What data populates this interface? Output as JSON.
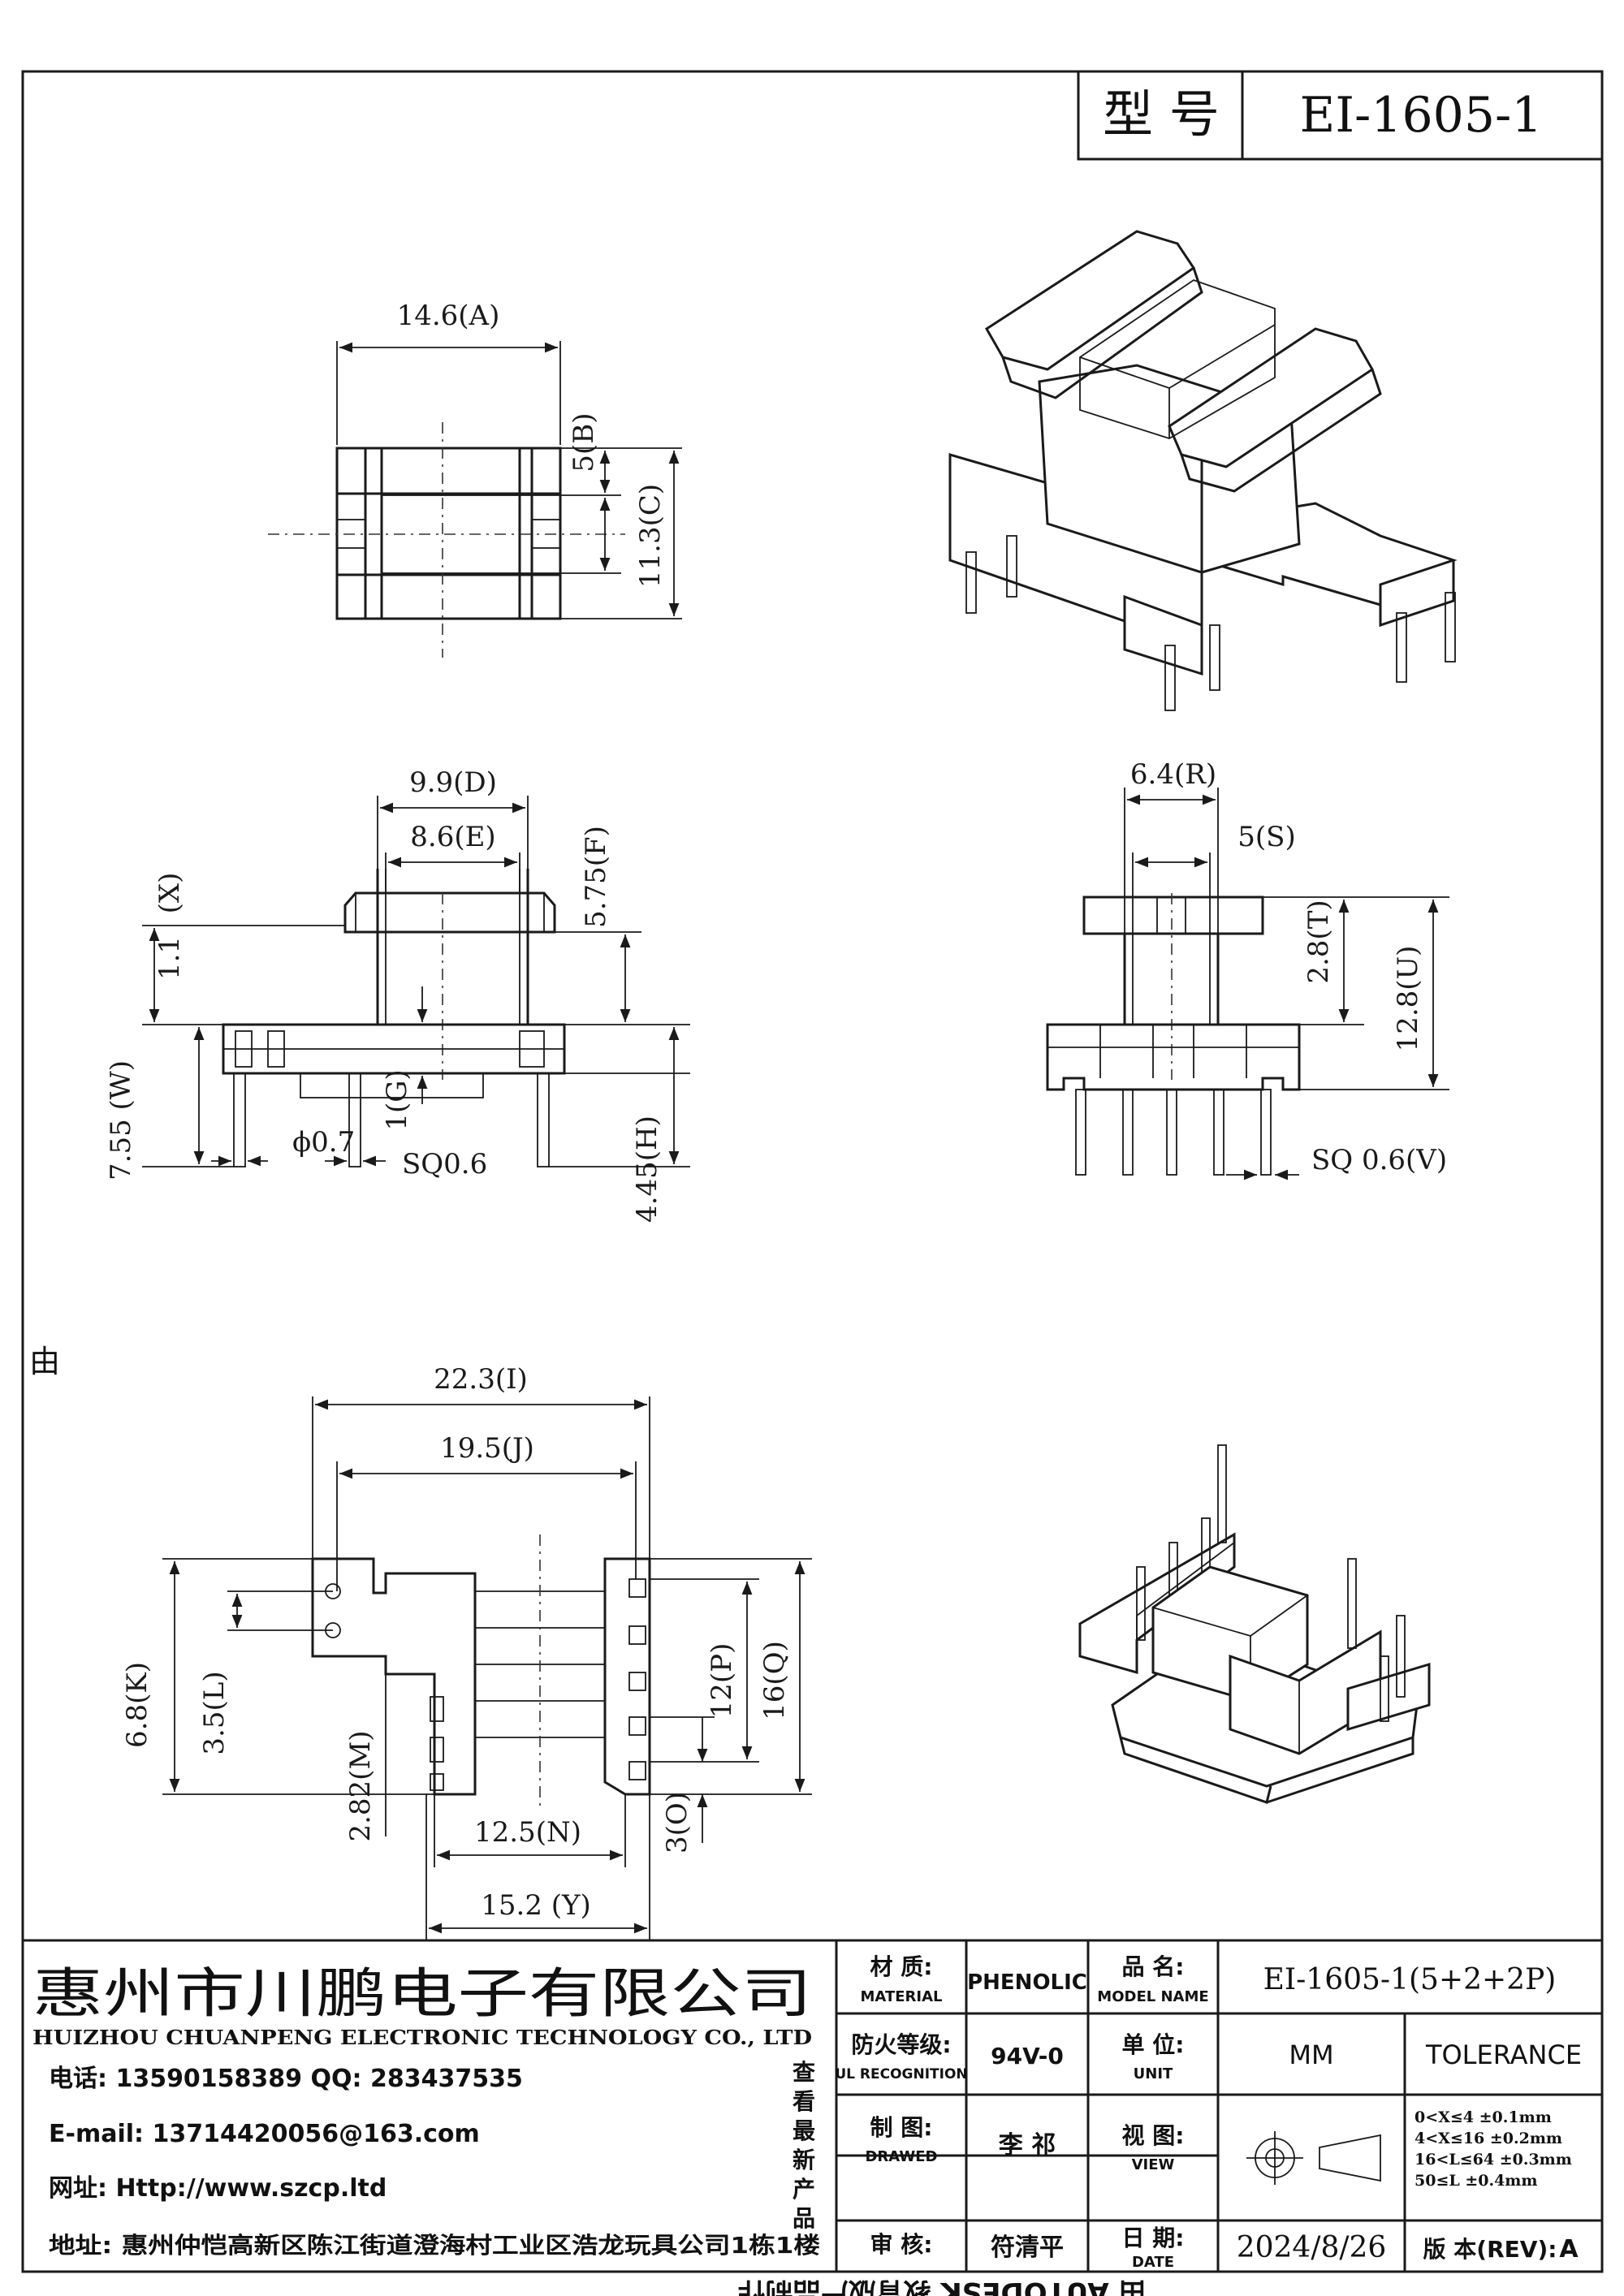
{
  "header": {
    "label": "型 号",
    "model": "EI-1605-1"
  },
  "dims": {
    "A": "14.6(A)",
    "B": "5(B)",
    "C": "11.3(C)",
    "D": "9.9(D)",
    "E": "8.6(E)",
    "F": "5.75(F)",
    "X": "(X)",
    "X_val": "1.1",
    "W": "7.55 (W)",
    "G": "1(G)",
    "H": "4.45(H)",
    "phi": "ϕ0.7",
    "sq1": "SQ0.6",
    "R": "6.4(R)",
    "S": "5(S)",
    "T": "2.8(T)",
    "U": "12.8(U)",
    "V": "SQ 0.6(V)",
    "I": "22.3(I)",
    "J": "19.5(J)",
    "K": "6.8(K)",
    "L": "3.5(L)",
    "M": "2.82(M)",
    "N": "12.5(N)",
    "O": "3(O)",
    "P": "12(P)",
    "Q": "16(Q)",
    "Y": "15.2 (Y)"
  },
  "side_mark": "由",
  "company": {
    "name_cn": "惠州市川鹏电子有限公司",
    "name_en": "HUIZHOU CHUANPENG ELECTRONIC TECHNOLOGY CO., LTD",
    "phone": "电话: 13590158389  QQ: 283437535",
    "email": "E-mail: 13714420056@163.com",
    "web": "网址: Http://www.szcp.ltd",
    "address": "地址: 惠州仲恺高新区陈江街道澄海村工业区浩龙玩具公司1栋1楼",
    "vertical": [
      "查",
      "看",
      "最",
      "新",
      "产",
      "品"
    ]
  },
  "table": {
    "material_label": "材 质:",
    "material_en": "MATERIAL",
    "material_val": "PHENOLIC",
    "model_label": "品 名:",
    "model_en": "MODEL NAME",
    "model_val": "EI-1605-1(5+2+2P)",
    "ul_label": "防火等级:",
    "ul_en": "UL RECOGNITION",
    "ul_val": "94V-0",
    "unit_label": "单 位:",
    "unit_en": "UNIT",
    "unit_val": "MM",
    "tolerance": "TOLERANCE",
    "drawn_label": "制 图:",
    "drawn_en": "DRAWED",
    "drawn_val": "李 祁",
    "view_label": "视 图:",
    "view_en": "VIEW",
    "check_label": "审 核:",
    "check_val": "符清平",
    "date_label": "日 期:",
    "date_en": "DATE",
    "date_val": "2024/8/26",
    "rev_label": "版 本(REV):",
    "rev_val": "A",
    "tol_rows": [
      "0<X≤4    ±0.1mm",
      "4<X≤16   ±0.2mm",
      "16<L≤64  ±0.3mm",
      "50≤L      ±0.4mm"
    ],
    "watermark": "由 AUTODESK 教育版产品制作"
  }
}
